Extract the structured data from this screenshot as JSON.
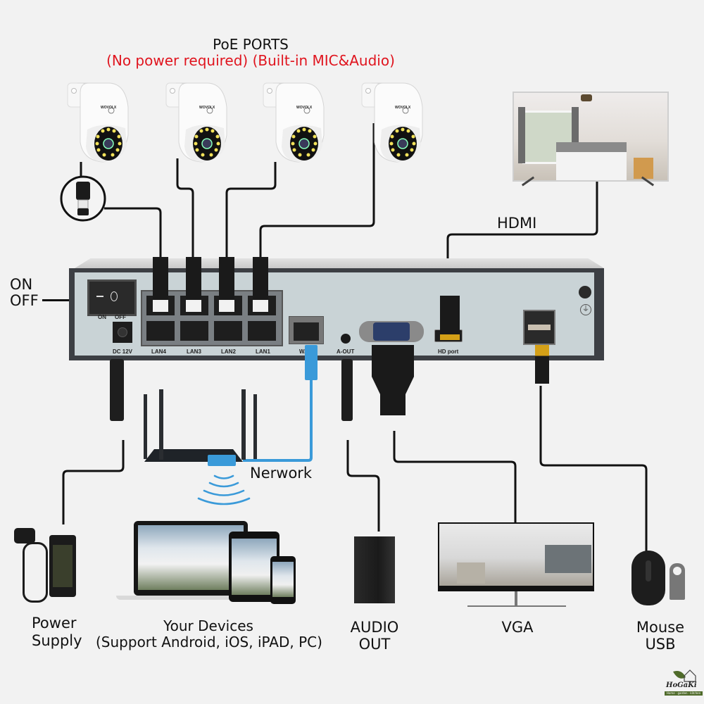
{
  "header": {
    "title": "PoE PORTS",
    "subtitle": "(No power required) (Built-in MIC&Audio)",
    "subtitle_color": "#e0141e"
  },
  "nvr": {
    "switch_label": [
      "ON",
      "OFF"
    ],
    "switch_caption_on": "ON",
    "switch_caption_off": "OFF",
    "dc_label": "DC 12V",
    "lan_ports": [
      "LAN4",
      "LAN3",
      "LAN2",
      "LAN1"
    ],
    "wan_label": "WAN",
    "audio_label": "A-OUT",
    "hd_label": "HD port",
    "ground_icon": "ground-icon"
  },
  "labels": {
    "on": "ON",
    "off": "OFF",
    "hdmi": "HDMI",
    "network": "Nerwork",
    "power_1": "Power",
    "power_2": "Supply",
    "devices_1": "Your Devices",
    "devices_2": "(Support Android, iOS, iPAD, PC)",
    "audio_1": "AUDIO",
    "audio_2": "OUT",
    "vga": "VGA",
    "mouse_1": "Mouse",
    "usb_2": "USB"
  },
  "cameras": [
    {
      "brand": "WOVOLX"
    },
    {
      "brand": "WOVOLX"
    },
    {
      "brand": "WOVOLX"
    },
    {
      "brand": "WOVOLX"
    }
  ],
  "logo": {
    "name": "HoGaKi",
    "tagline": "Home · garden · kitchen",
    "color": "#4f6b2a"
  },
  "colors": {
    "cable": "#111111",
    "network_cable": "#3a9ad9",
    "nvr_face": "#c9d3d6",
    "nvr_frame": "#3c3f44"
  }
}
